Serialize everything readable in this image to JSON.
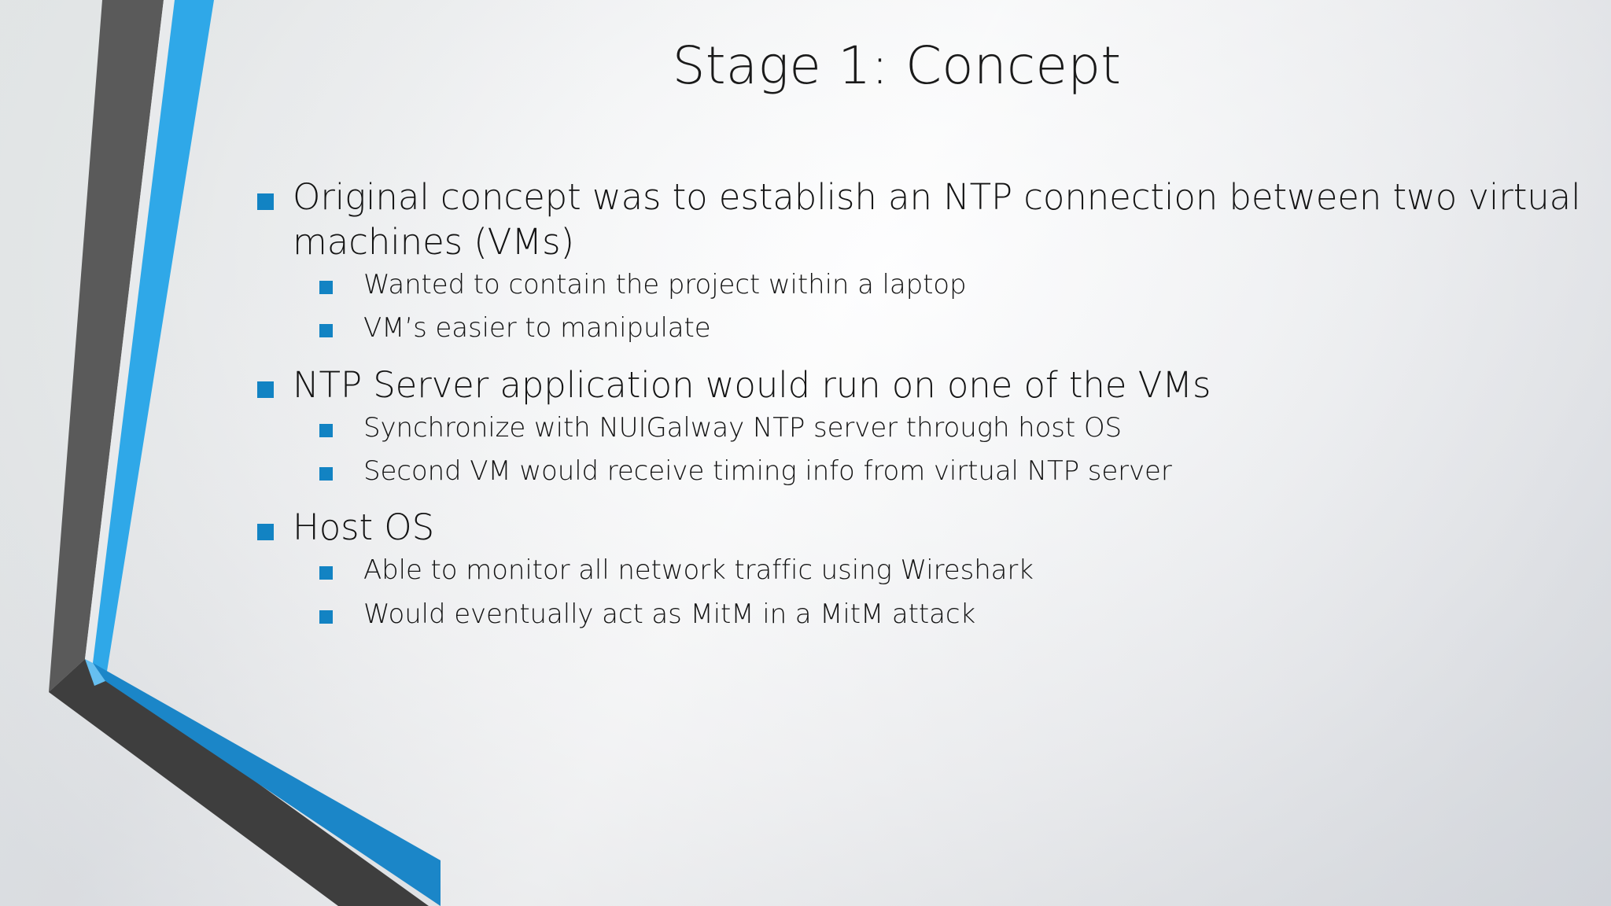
{
  "slide": {
    "title": "Stage 1: Concept",
    "theme": {
      "accent_blue": "#1283C3",
      "stripe_blue_light": "#2FA8E8",
      "stripe_blue_dark": "#1B86C8",
      "stripe_gray_dark": "#4A4A4A",
      "stripe_gray_darker": "#3A3A3A",
      "text_color": "#141414",
      "background_light": "#F6F7F8",
      "background_shade": "#D2D5DA"
    },
    "bullets": [
      {
        "level": 1,
        "text": "Original concept was to establish an NTP connection between two virtual machines (VMs)"
      },
      {
        "level": 2,
        "text": "Wanted to contain the project within a laptop"
      },
      {
        "level": 2,
        "text": "VM’s easier to manipulate"
      },
      {
        "level": 1,
        "text": "NTP Server application would run on one of the VMs"
      },
      {
        "level": 2,
        "text": "Synchronize with NUIGalway NTP server through host OS"
      },
      {
        "level": 2,
        "text": "Second VM would receive timing info from virtual NTP server"
      },
      {
        "level": 1,
        "text": "Host OS"
      },
      {
        "level": 2,
        "text": "Able to monitor all network traffic using Wireshark"
      },
      {
        "level": 2,
        "text": "Would eventually act as MitM in a MitM attack"
      }
    ]
  }
}
